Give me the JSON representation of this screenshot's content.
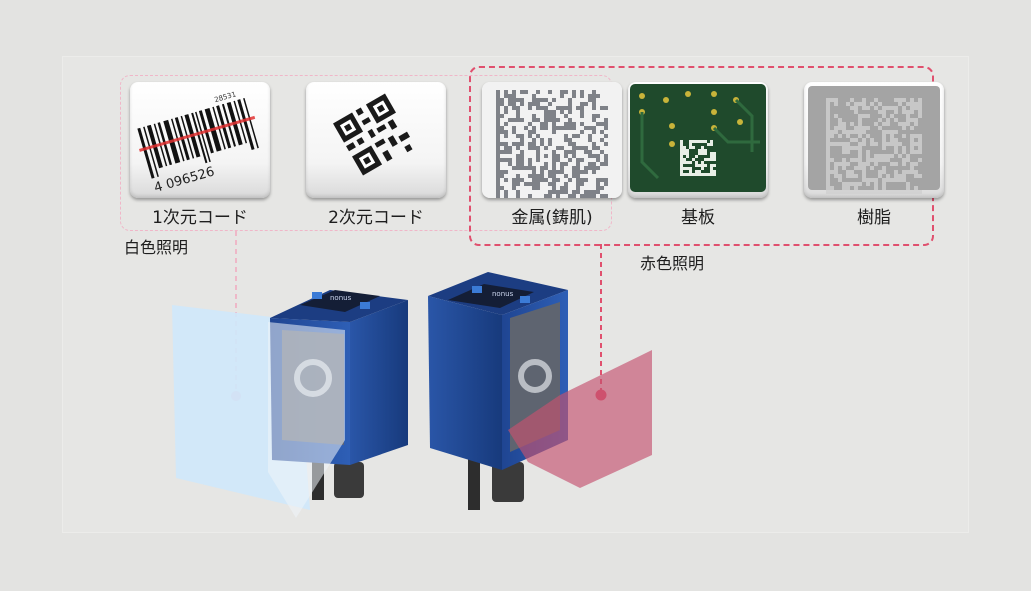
{
  "codes": {
    "barcode": {
      "label": "1次元コード",
      "digits": "4  096526",
      "small_digits": "28531"
    },
    "qrcode": {
      "label": "2次元コード"
    },
    "metal": {
      "label": "金属(鋳肌)"
    },
    "board": {
      "label": "基板"
    },
    "resin": {
      "label": "樹脂"
    }
  },
  "lighting": {
    "white": {
      "label": "白色照明",
      "color": "#f2a8bf"
    },
    "red": {
      "label": "赤色照明",
      "color": "#e0506e"
    }
  },
  "camera": {
    "brand": "nonus"
  },
  "colors": {
    "camera_body": "#2a56a8",
    "white_beam": "#cfe8fb",
    "red_beam": "#c4516f"
  }
}
